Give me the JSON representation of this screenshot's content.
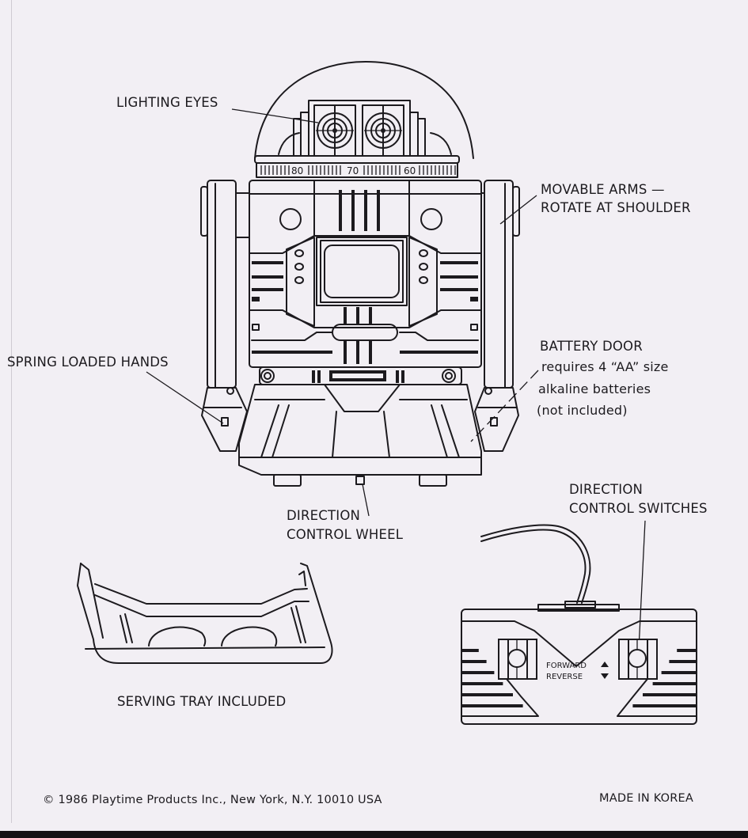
{
  "document": {
    "type": "toy instruction manual page",
    "colors": {
      "paper": "#f2eff4",
      "ink": "#1c1a1e"
    }
  },
  "callouts": {
    "lighting_eyes": "LIGHTING EYES",
    "movable_arms_line1": "MOVABLE ARMS —",
    "movable_arms_line2": "ROTATE AT SHOULDER",
    "spring_hands": "SPRING LOADED HANDS",
    "battery_door_title": "BATTERY DOOR",
    "battery_line1": "requires 4 “AA” size",
    "battery_line2": "alkaline batteries",
    "battery_line3": "(not included)",
    "wheel_line1": "DIRECTION",
    "wheel_line2": "CONTROL WHEEL",
    "switches_line1": "DIRECTION",
    "switches_line2": "CONTROL SWITCHES",
    "tray": "SERVING TRAY INCLUDED"
  },
  "robot": {
    "dial_labels": [
      "80",
      "70",
      "60"
    ]
  },
  "remote": {
    "forward_label": "FORWARD",
    "reverse_label": "REVERSE",
    "forward_icon": "triangle-up",
    "reverse_icon": "triangle-down"
  },
  "footer": {
    "copyright": "© 1986 Playtime Products Inc., New York, N.Y. 10010 USA",
    "origin": "MADE IN KOREA"
  }
}
